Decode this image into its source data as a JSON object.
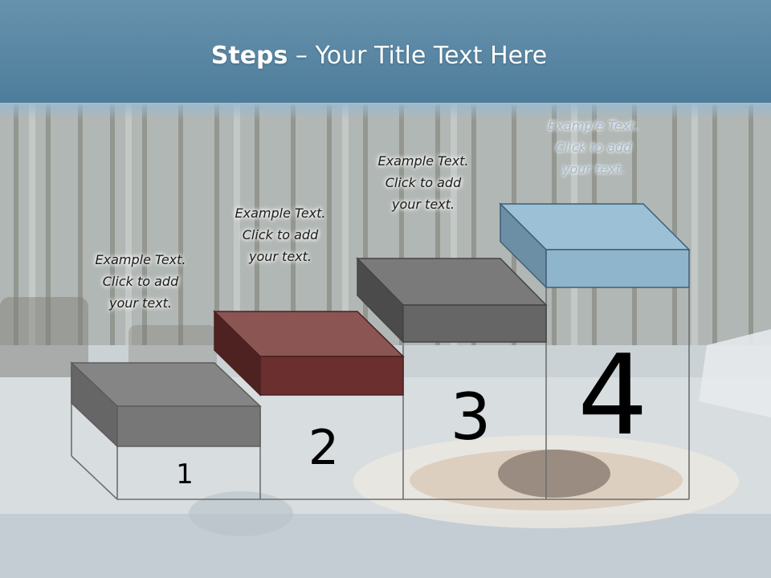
{
  "title": {
    "bold": "Steps",
    "separator": " – ",
    "rest": "Your Title Text Here"
  },
  "steps": [
    {
      "number": "1",
      "caption": [
        "Example Text.",
        "Click  to add",
        "your text."
      ],
      "color": "#7a7a7a"
    },
    {
      "number": "2",
      "caption": [
        "Example Text.",
        "Click  to add",
        "your text."
      ],
      "color": "#6b2f2f"
    },
    {
      "number": "3",
      "caption": [
        "Example Text.",
        "Click  to add",
        "your text."
      ],
      "color": "#6a6a6a"
    },
    {
      "number": "4",
      "caption": [
        "Example Text.",
        "Click  to add",
        "your text."
      ],
      "color": "#93b7cf"
    }
  ],
  "colors": {
    "header_band": "#5d8ca8"
  }
}
